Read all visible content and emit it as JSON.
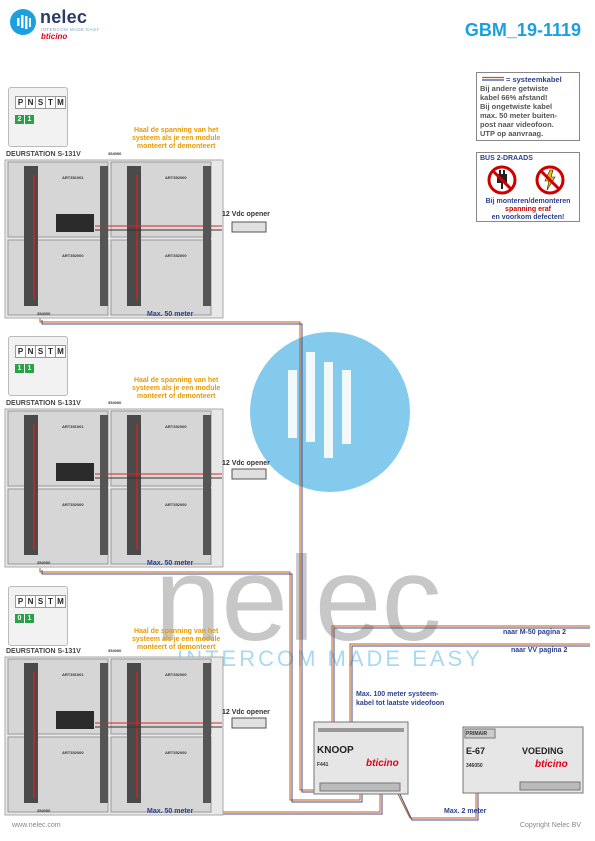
{
  "header": {
    "brand_name": "nelec",
    "brand_tagline": "INTERCOM MADE EASY",
    "brand_sub": "bticino",
    "doc_code": "GBM_19-1119"
  },
  "watermark": {
    "word": "nelec",
    "tagline": "INTERCOM MADE EASY"
  },
  "legend": {
    "title": "= systeemkabel",
    "lines": [
      "Bij andere getwiste",
      "kabel 66% afstand!",
      "Bij ongetwiste kabel",
      "max. 50 meter buiten-",
      "post naar videofoon.",
      "UTP op aanvraag."
    ]
  },
  "bus_box": {
    "title": "BUS 2-DRAADS",
    "warning_1": "Bij monteren/demonteren",
    "warning_2": "spanning eraf",
    "warning_3": "en voorkom defecten!"
  },
  "stations": [
    {
      "name": "DEURSTATION S-131V",
      "dip_letters": [
        "P",
        "N",
        "S",
        "T",
        "M"
      ],
      "dip_values": [
        "2",
        "1"
      ],
      "note": [
        "Haal de spanning van het",
        "systeem als je een module",
        "monteert of demonteert"
      ],
      "opener": "12 Vdc opener",
      "max_cable": "Max. 50 meter",
      "part_top": "354000",
      "part_bottom": "354000",
      "module_code_a": "ART351001",
      "module_code_b": "ART352000"
    },
    {
      "name": "DEURSTATION S-131V",
      "dip_letters": [
        "P",
        "N",
        "S",
        "T",
        "M"
      ],
      "dip_values": [
        "1",
        "1"
      ],
      "note": [
        "Haal de spanning van het",
        "systeem als je een module",
        "monteert of demonteert"
      ],
      "opener": "12 Vdc opener",
      "max_cable": "Max. 50 meter",
      "part_top": "354000",
      "part_bottom": "354000",
      "module_code_a": "ART351001",
      "module_code_b": "ART352000"
    },
    {
      "name": "DEURSTATION S-131V",
      "dip_letters": [
        "P",
        "N",
        "S",
        "T",
        "M"
      ],
      "dip_values": [
        "0",
        "1"
      ],
      "note": [
        "Haal de spanning van het",
        "systeem als je een module",
        "monteert of demonteert"
      ],
      "opener": "12 Vdc opener",
      "max_cable": "Max. 50 meter",
      "part_top": "354000",
      "part_bottom": "354000",
      "module_code_a": "ART351001",
      "module_code_b": "ART352000"
    }
  ],
  "knoop": {
    "title": "KNOOP",
    "code": "F441",
    "brand": "bticino"
  },
  "voeding": {
    "primair": "PRIMAIR",
    "model": "E-67",
    "title": "VOEDING",
    "code": "346050",
    "brand": "bticino"
  },
  "labels": {
    "naar_m50": "naar M-50 pagina 2",
    "naar_vv": "naar VV pagina 2",
    "max_100_a": "Max. 100 meter systeem-",
    "max_100_b": "kabel tot laatste videofoon",
    "max_2": "Max. 2 meter"
  },
  "footer": {
    "left": "www.nelec.com",
    "right": "Copyright Nelec BV"
  }
}
